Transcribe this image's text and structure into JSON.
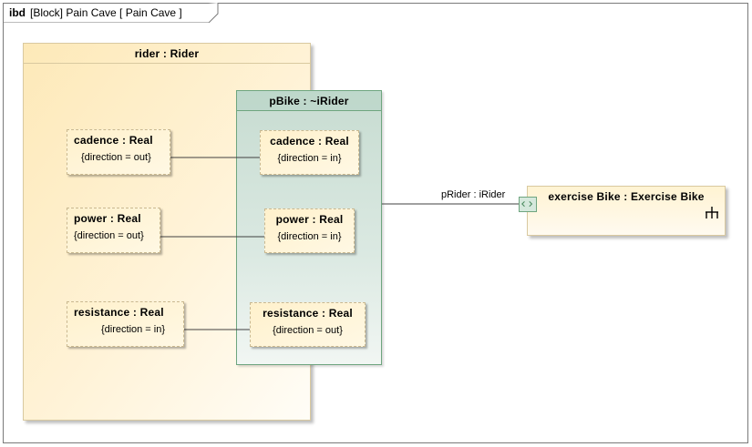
{
  "frame": {
    "keyword": "ibd",
    "label": "[Block] Pain Cave [ Pain Cave ]"
  },
  "rider_part": {
    "title": "rider : Rider",
    "properties": [
      {
        "title": "cadence : Real",
        "constraint": "{direction = out}"
      },
      {
        "title": "power : Real",
        "constraint": "{direction = out}"
      },
      {
        "title": "resistance : Real",
        "constraint": "{direction = in}"
      }
    ]
  },
  "pbike_port": {
    "title": "pBike : ~iRider",
    "properties": [
      {
        "title": "cadence : Real",
        "constraint": "{direction = in}"
      },
      {
        "title": "power : Real",
        "constraint": "{direction = in}"
      },
      {
        "title": "resistance : Real",
        "constraint": "{direction = out}"
      }
    ]
  },
  "exercise_bike": {
    "title": "exercise Bike : Exercise Bike",
    "icon": "decomposition-fork-icon"
  },
  "port": {
    "label": "pRider : iRider",
    "icon": "port-flow-icon"
  },
  "colors": {
    "part_fill": "#fde9b8",
    "port_fill": "#c7dcd1",
    "port_border": "#6ea57f",
    "connector": "#404040"
  }
}
